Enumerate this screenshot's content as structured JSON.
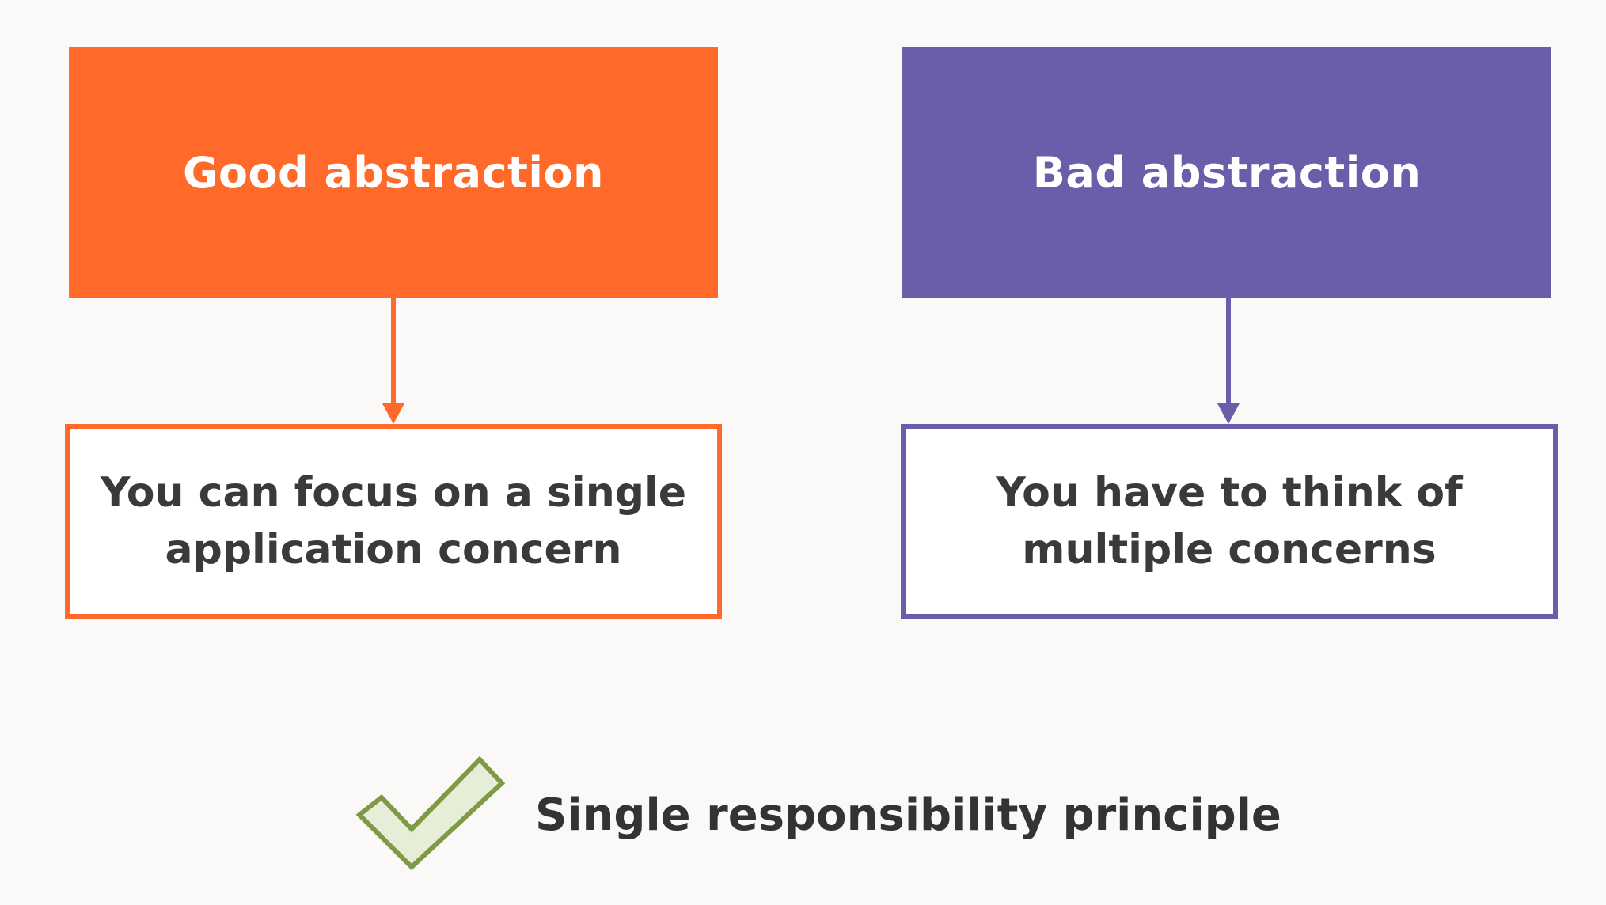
{
  "good": {
    "title": "Good abstraction",
    "description": "You can focus on a single\napplication concern",
    "color": "#FF6A2B"
  },
  "bad": {
    "title": "Bad abstraction",
    "description": "You have to think of\nmultiple concerns",
    "color": "#6A5DA9"
  },
  "principle": {
    "label": "Single responsibility principle",
    "icon": "checkmark-icon",
    "icon_color": "#7E9A45"
  }
}
